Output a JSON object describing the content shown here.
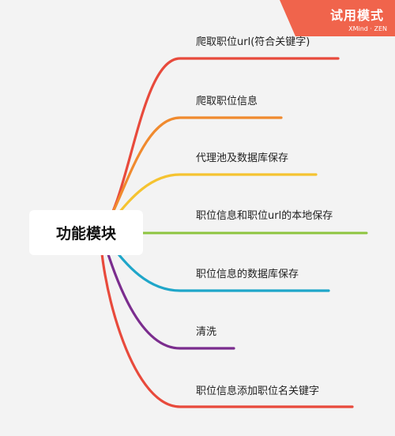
{
  "central_topic": "功能模块",
  "branches": [
    {
      "label": "爬取职位url(符合关键字)",
      "color": "#e84a3c"
    },
    {
      "label": "爬取职位信息",
      "color": "#f08a2e"
    },
    {
      "label": "代理池及数据库保存",
      "color": "#f5c330"
    },
    {
      "label": "职位信息和职位url的本地保存",
      "color": "#8dc43f"
    },
    {
      "label": "职位信息的数据库保存",
      "color": "#1fa6c9"
    },
    {
      "label": "清洗",
      "color": "#7b2d8e"
    },
    {
      "label": "职位信息添加职位名关键字",
      "color": "#e84a3c"
    }
  ],
  "trial_badge": {
    "title": "试用模式",
    "brand": "XMind · ZEN",
    "color": "#f0644c"
  }
}
